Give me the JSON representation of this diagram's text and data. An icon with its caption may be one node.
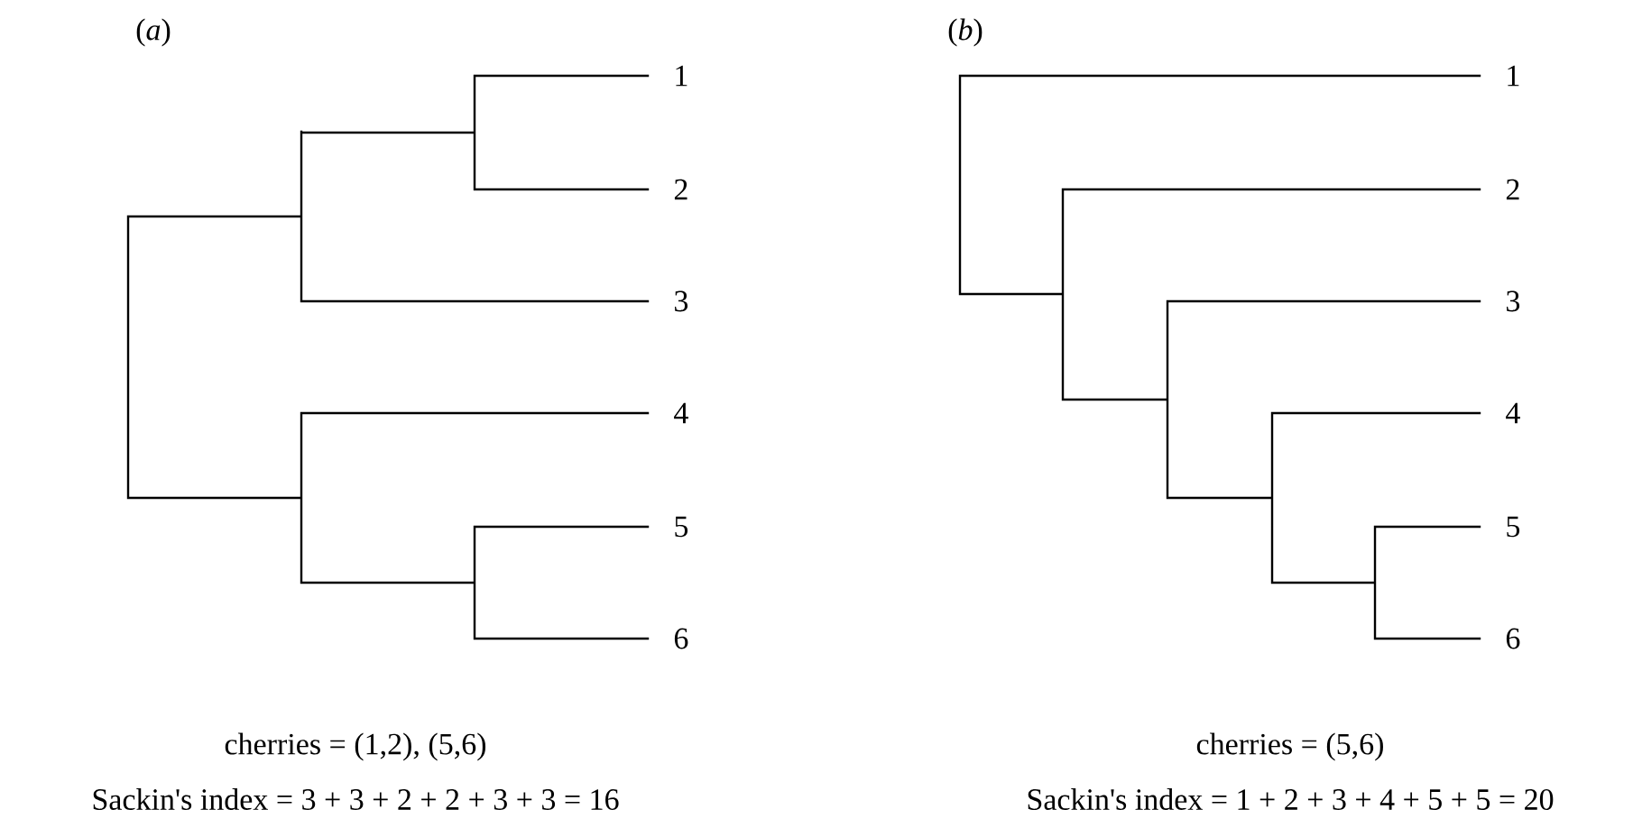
{
  "diagram": {
    "labels": [
      "(*a*)",
      "1",
      "2",
      "3",
      "4",
      "5",
      "6",
      "cherries = (1,2), (5,6)",
      "Sackin's index = 3 + 3 + 2 + 2 + 3 + 3 = 16",
      "(*b*)",
      "1",
      "2",
      "3",
      "4",
      "5",
      "6",
      "cherries = (5,6)",
      "Sackin's index = 1 + 2 + 3 + 4 + 5 + 5 = 20"
    ]
  }
}
